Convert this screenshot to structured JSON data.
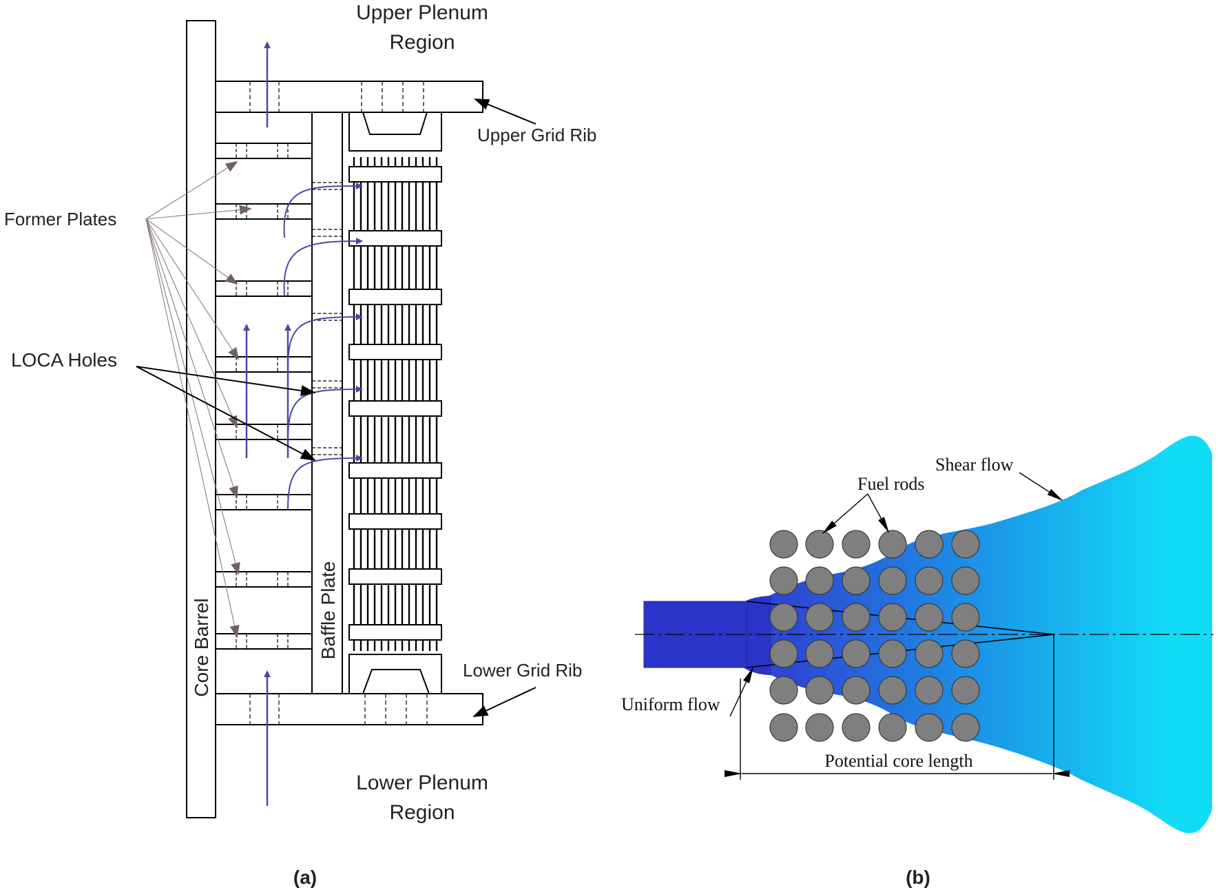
{
  "panel_a": {
    "upper_plenum_line1": "Upper Plenum",
    "upper_plenum_line2": "Region",
    "lower_plenum_line1": "Lower Plenum",
    "lower_plenum_line2": "Region",
    "upper_grid_rib": "Upper Grid Rib",
    "lower_grid_rib": "Lower Grid Rib",
    "former_plates": "Former Plates",
    "loca_holes": "LOCA Holes",
    "core_barrel": "Core Barrel",
    "baffle_plate": "Baffle Plate",
    "caption": "(a)"
  },
  "panel_b": {
    "shear_flow": "Shear flow",
    "fuel_rods": "Fuel rods",
    "uniform_flow": "Uniform flow",
    "potential_core_length": "Potential core length",
    "caption": "(b)"
  },
  "colors": {
    "flow_arrow": "#4a47a8",
    "pointer_arrow": "#6e6264",
    "jet_dark": "#2a34c8",
    "jet_light": "#12dcf5",
    "rod_fill": "#7f7f7f"
  }
}
